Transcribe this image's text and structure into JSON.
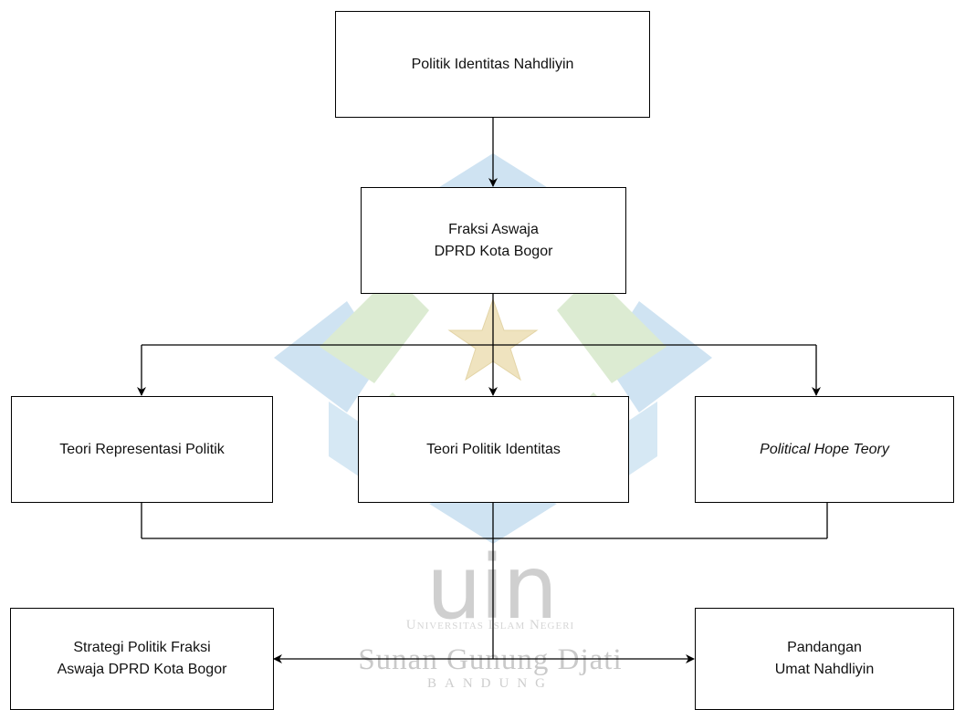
{
  "nodes": {
    "root": {
      "label": "Politik Identitas Nahdliyin"
    },
    "faction": {
      "label": "Fraksi Aswaja\nDPRD Kota Bogor"
    },
    "theory_representation": {
      "label": "Teori Representasi Politik"
    },
    "theory_identity": {
      "label": "Teori Politik Identitas"
    },
    "theory_hope": {
      "label": "Political Hope Teory"
    },
    "strategy": {
      "label": "Strategi Politik Fraksi\nAswaja DPRD Kota Bogor"
    },
    "view": {
      "label": "Pandangan\nUmat Nahdliyin"
    }
  },
  "watermark": {
    "logo_text": "uin",
    "institution_type": "Universitas Islam Negeri",
    "name": "Sunan Gunung Djati",
    "city": "BANDUNG",
    "colors": {
      "blue": "#cfe3f2",
      "green": "#dcebd2",
      "gold": "#efe3bf",
      "gray": "#c9c9c9"
    }
  }
}
